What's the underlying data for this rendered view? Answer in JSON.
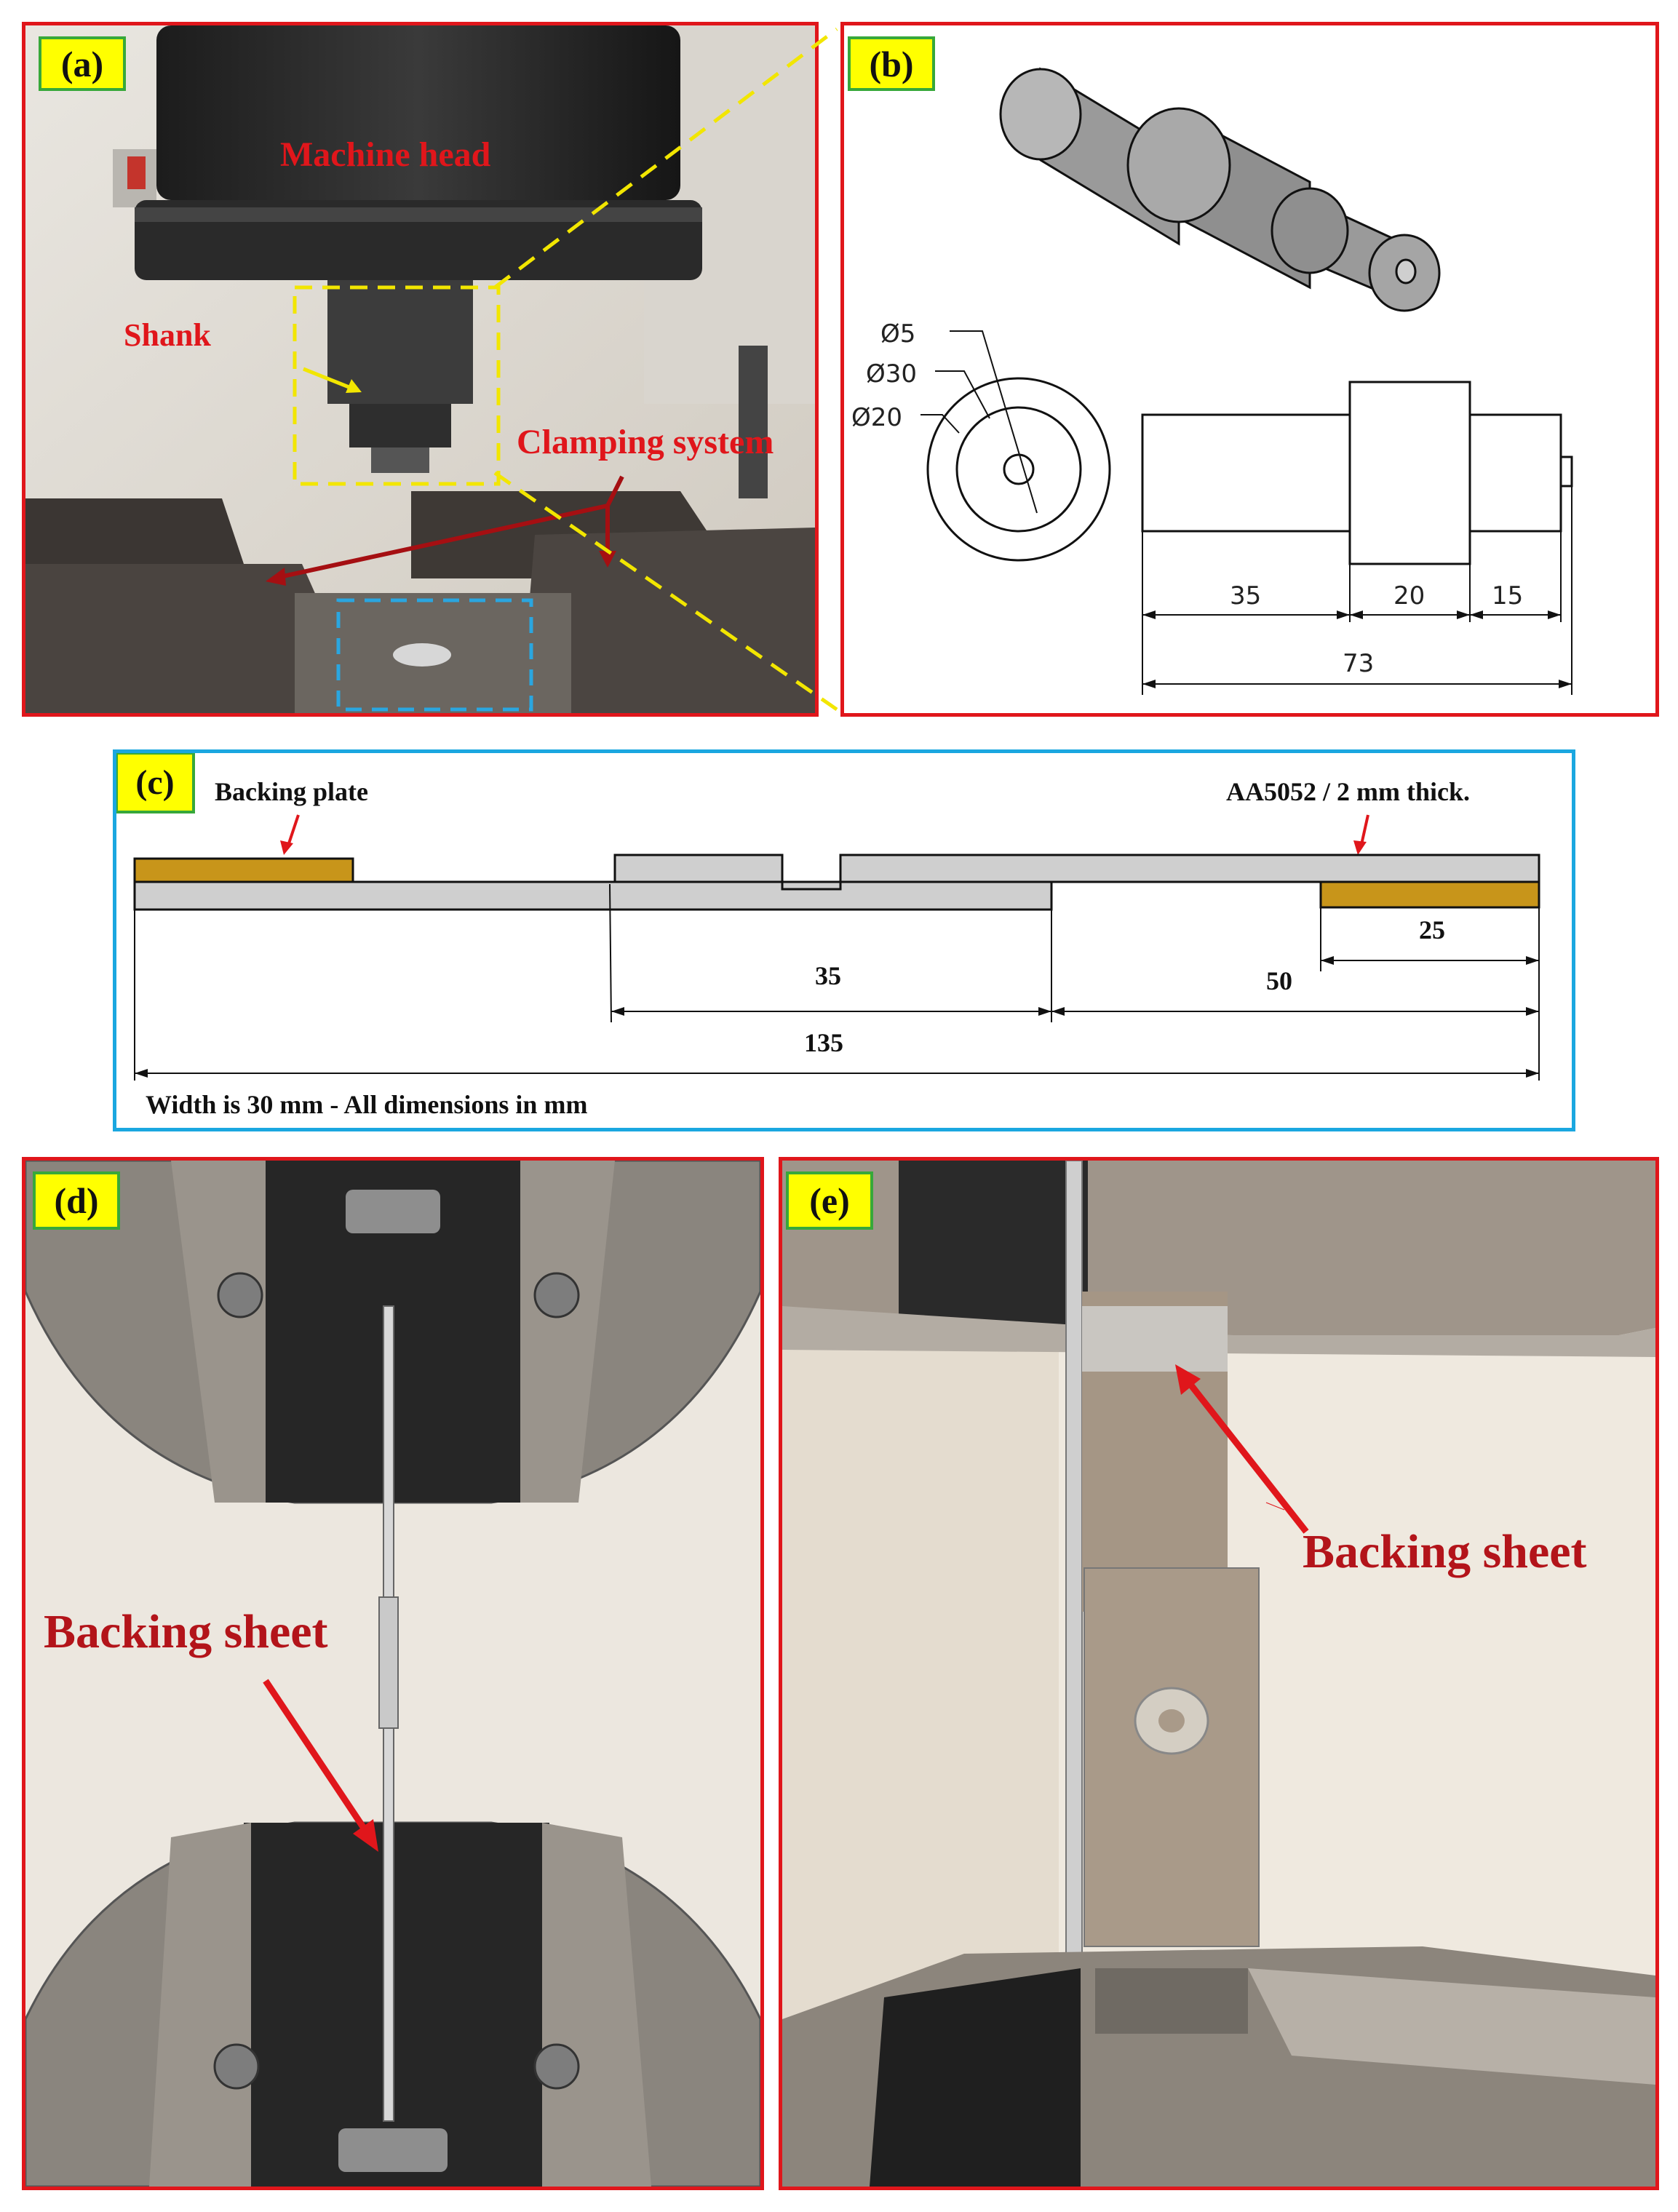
{
  "panel_a": {
    "tag": "(a)",
    "labels": {
      "machine_head": "Machine head",
      "shank": "Shank",
      "clamping_system": "Clamping system"
    }
  },
  "panel_b": {
    "tag": "(b)",
    "diameters": [
      "Ø5",
      "Ø30",
      "Ø20"
    ],
    "lengths": [
      "35",
      "20",
      "15"
    ],
    "total_length": "73"
  },
  "panel_c": {
    "tag": "(c)",
    "backing_plate_label": "Backing plate",
    "material_label": "AA5052 / 2 mm thick.",
    "dims": {
      "d35": "35",
      "d50": "50",
      "d25": "25",
      "d135": "135"
    },
    "note": "Width is 30 mm - All dimensions in mm",
    "colors": {
      "backing": "#c8951a",
      "sheet": "#cfcfcf"
    }
  },
  "panel_d": {
    "tag": "(d)",
    "label": "Backing sheet"
  },
  "panel_e": {
    "tag": "(e)",
    "label": "Backing sheet"
  }
}
